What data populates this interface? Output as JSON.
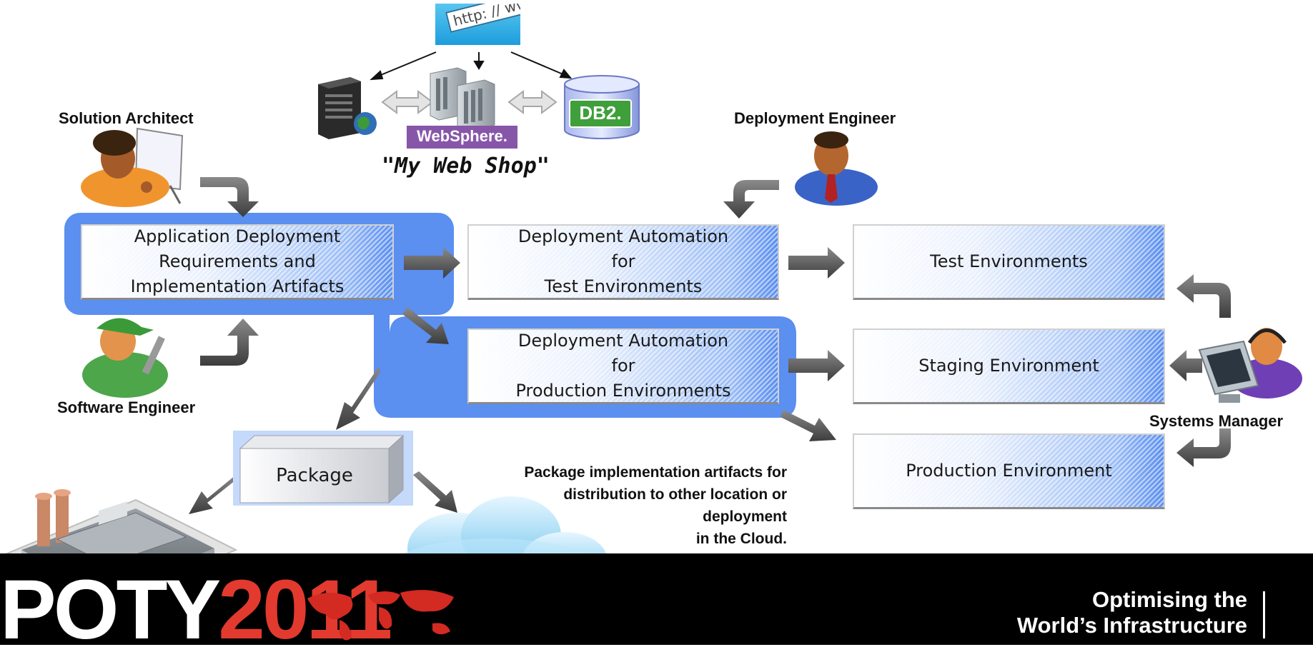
{
  "roles": {
    "solution_architect": "Solution Architect",
    "software_engineer": "Software Engineer",
    "deployment_engineer": "Deployment Engineer",
    "systems_manager": "Systems Manager"
  },
  "web_shop": {
    "url_text": "http: // www",
    "websphere_label": "WebSphere.",
    "db2_label": "DB2.",
    "title": "\"My Web Shop\""
  },
  "boxes": {
    "app_requirements": [
      "Application Deployment",
      "Requirements and",
      "Implementation Artifacts"
    ],
    "automation_test": [
      "Deployment Automation",
      "for",
      "Test Environments"
    ],
    "automation_production": [
      "Deployment Automation",
      "for",
      "Production Environments"
    ],
    "test_env": "Test Environments",
    "staging_env": "Staging Environment",
    "production_env": "Production Environment",
    "package": "Package"
  },
  "package_note": [
    "Package implementation artifacts for",
    "distribution to other location or",
    "deployment",
    "in the Cloud."
  ],
  "footer": {
    "logo_left": "POTY",
    "logo_year": "2011",
    "tagline": [
      "Optimising the",
      "World’s Infrastructure"
    ]
  },
  "colors": {
    "highlight_blue": "#5b8ff0",
    "footer_black": "#000000",
    "logo_red": "#e23a2e",
    "arrow_gray": "#5a5a5a"
  }
}
